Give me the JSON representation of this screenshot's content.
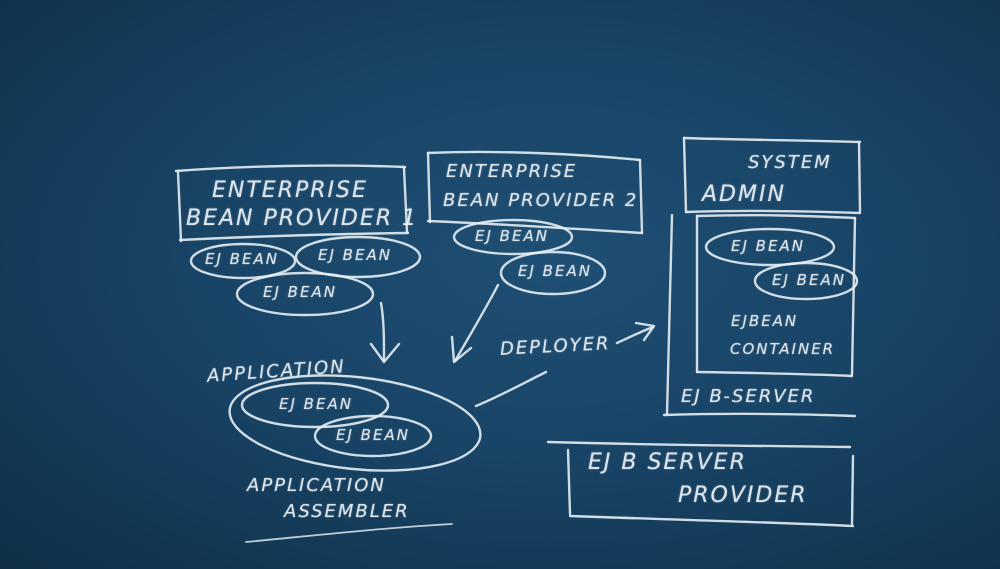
{
  "labels": {
    "provider1_line1": "ENTERPRISE",
    "provider1_line2": "BEAN PROVIDER 1",
    "provider2_line1": "ENTERPRISE",
    "provider2_line2": "BEAN PROVIDER 2",
    "system_admin_line1": "SYSTEM",
    "system_admin_line2": "ADMIN",
    "ejb_bean": "EJ BEAN",
    "ejbean_container_line1": "EJBEAN",
    "ejbean_container_line2": "CONTAINER",
    "ejb_server": "EJ B-SERVER",
    "ejb_server_provider_line1": "EJ B SERVER",
    "ejb_server_provider_line2": "PROVIDER",
    "application": "APPLICATION",
    "deployer": "DEPLOYER",
    "application_assembler_line1": "APPLICATION",
    "application_assembler_line2": "ASSEMBLER"
  },
  "colors": {
    "board": "#184466",
    "chalk": "#eef3f7"
  }
}
